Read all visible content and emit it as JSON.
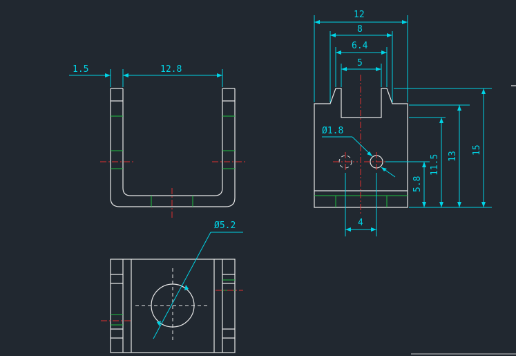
{
  "drawing": {
    "front_view": {
      "dim_wall": "1.5",
      "dim_inner_width": "12.8"
    },
    "side_view": {
      "dim_overall_width": "12",
      "dim_slot_outer": "8",
      "dim_slot_mid": "6.4",
      "dim_slot_inner": "5",
      "dim_hole_diameter": "Ø1.8",
      "dim_hole_spacing": "4",
      "dim_hole_height": "5.8",
      "dim_step_height": "11.5",
      "dim_shoulder_height": "13",
      "dim_overall_height": "15"
    },
    "top_view": {
      "dim_bore_diameter": "Ø5.2"
    }
  },
  "colors": {
    "background": "#212830",
    "object_line": "#e8e8e8",
    "dimension": "#00d4e6",
    "center_line": "#e03030",
    "hidden_line": "#20c040"
  }
}
